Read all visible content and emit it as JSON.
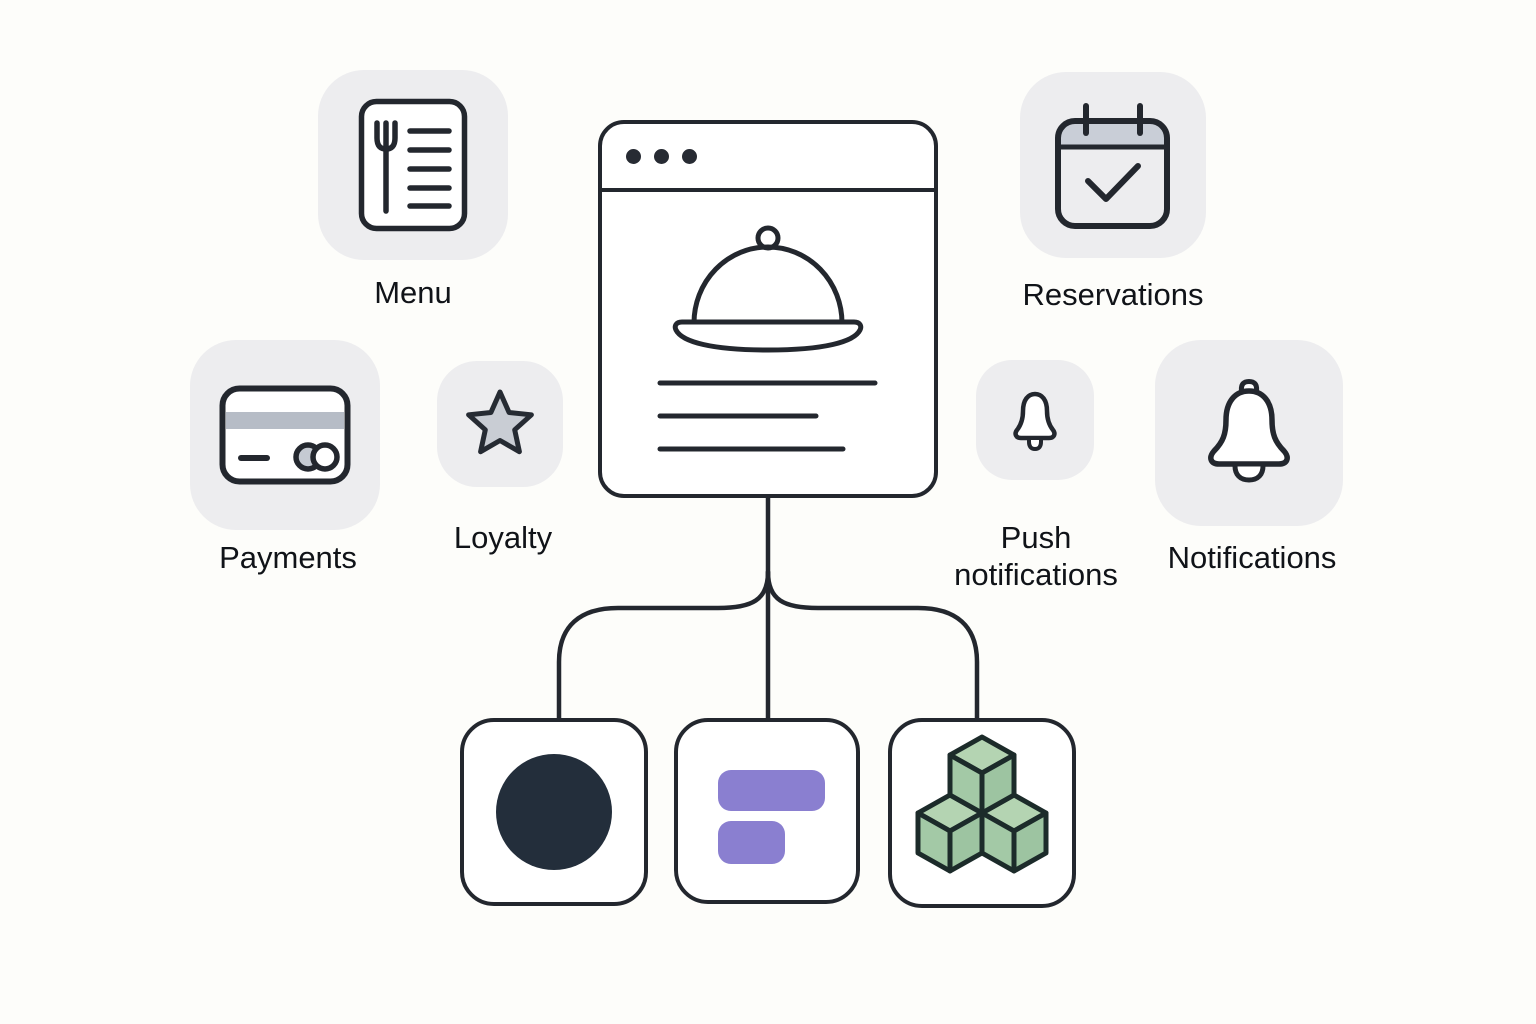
{
  "features": [
    {
      "id": "menu",
      "label": "Menu"
    },
    {
      "id": "reservations",
      "label": "Reservations"
    },
    {
      "id": "payments",
      "label": "Payments"
    },
    {
      "id": "loyalty",
      "label": "Loyalty"
    },
    {
      "id": "push-notifications",
      "label": "Push notifications"
    },
    {
      "id": "notifications",
      "label": "Notifications"
    }
  ],
  "central": {
    "type": "browser-window",
    "icon": "serving-cloche",
    "traffic_dots": 3,
    "text_lines": 3
  },
  "modules": [
    {
      "id": "circle-module",
      "shape": "filled-circle",
      "color": "#232e3b"
    },
    {
      "id": "blocks-module",
      "shape": "rounded-bars",
      "color": "#8a7fd0"
    },
    {
      "id": "cubes-module",
      "shape": "isometric-cubes",
      "color": "#a9cba9"
    }
  ],
  "colors": {
    "background": "#fdfdfa",
    "tile": "#ededef",
    "ink": "#23272e",
    "label": "#101318",
    "calendar_header": "#c9ced7",
    "card_stripe": "#b6bcc6",
    "star_fill": "#c9cdd4",
    "cube_top": "#b4d4b2",
    "cube_side": "#a3c9a6"
  }
}
